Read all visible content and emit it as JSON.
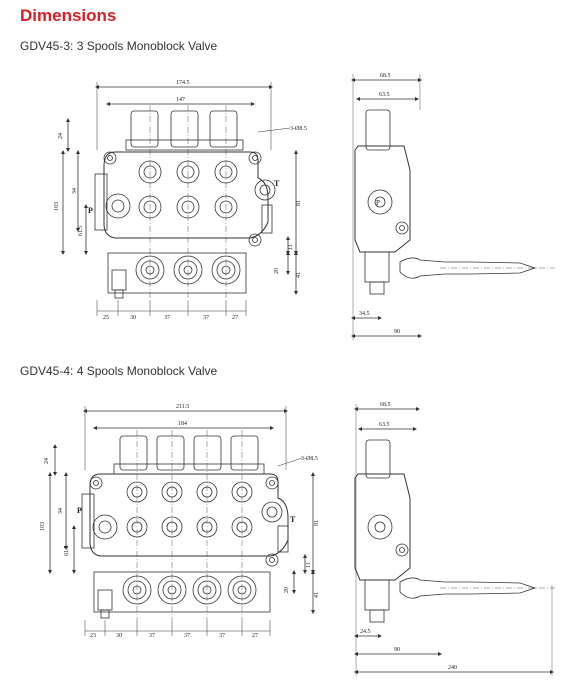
{
  "heading": "Dimensions",
  "sections": [
    {
      "caption": "GDV45-3: 3 Spools Monoblock Valve",
      "front_labels": {
        "overall_width": "174.5",
        "inner_width": "147",
        "top_height": "24",
        "height_34": "34",
        "overall_height": "103",
        "height_61": "61.5",
        "right_height": "81",
        "right_11": "11",
        "right_20": "20",
        "right_41": "41",
        "holes": "3-Ø8.5",
        "port_p": "P",
        "port_t": "T",
        "bottom_dims": [
          "25",
          "30",
          "37",
          "37",
          "27"
        ]
      },
      "side_labels": {
        "top1": "68.5",
        "top2": "63.5",
        "port_p": "P",
        "bottom1": "34.5",
        "bottom2": "90"
      }
    },
    {
      "caption": "GDV45-4: 4 Spools Monoblock Valve",
      "front_labels": {
        "overall_width": "211.5",
        "inner_width": "184",
        "top_height": "24",
        "height_34": "34",
        "overall_height": "103",
        "height_61": "61.5",
        "right_height": "81",
        "right_11": "11",
        "right_20": "20",
        "right_41": "41",
        "holes": "3-Ø8.5",
        "port_p": "P",
        "port_t": "T",
        "bottom_dims": [
          "23",
          "30",
          "37",
          "37",
          "37",
          "27"
        ]
      },
      "side_labels": {
        "top1": "68.5",
        "top2": "63.5",
        "bottom1": "24.5",
        "bottom2": "90",
        "bottom3": "240"
      }
    }
  ]
}
